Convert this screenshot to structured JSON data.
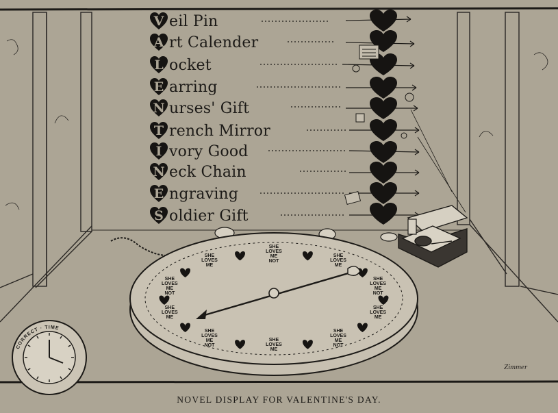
{
  "caption": "NOVEL DISPLAY FOR VALENTINE'S DAY.",
  "signature": "Zimmer",
  "clock_text": "CORRECT · TIME",
  "acrostic": [
    {
      "initial": "V",
      "rest": "eil Pin"
    },
    {
      "initial": "A",
      "rest": "rt Calender"
    },
    {
      "initial": "L",
      "rest": "ocket"
    },
    {
      "initial": "E",
      "rest": "arring"
    },
    {
      "initial": "N",
      "rest": "urses' Gift"
    },
    {
      "initial": "T",
      "rest": "rench Mirror"
    },
    {
      "initial": "I",
      "rest": "vory Good"
    },
    {
      "initial": "N",
      "rest": "eck Chain"
    },
    {
      "initial": "E",
      "rest": "ngraving"
    },
    {
      "initial": "S",
      "rest": "oldier Gift"
    }
  ],
  "wheel_phrases": [
    "SHE LOVES ME",
    "SHE LOVES ME NOT"
  ]
}
